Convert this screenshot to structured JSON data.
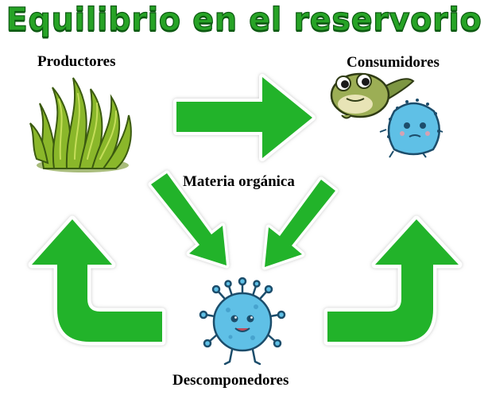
{
  "title": "Equilibrio en el reservorio",
  "labels": {
    "producers": "Productores",
    "consumers": "Consumidores",
    "organic_matter": "Materia orgánica",
    "decomposers": "Descomponedores"
  },
  "colors": {
    "arrow_green": "#22b32a",
    "title_green": "#27a326",
    "algae_green": "#8ab72a",
    "tadpole_green": "#9cae55",
    "microbe_blue": "#5fc0e6"
  },
  "icons": [
    "seaweed-icon",
    "tadpole-icon",
    "protozoa-icon",
    "virus-microbe-icon"
  ]
}
